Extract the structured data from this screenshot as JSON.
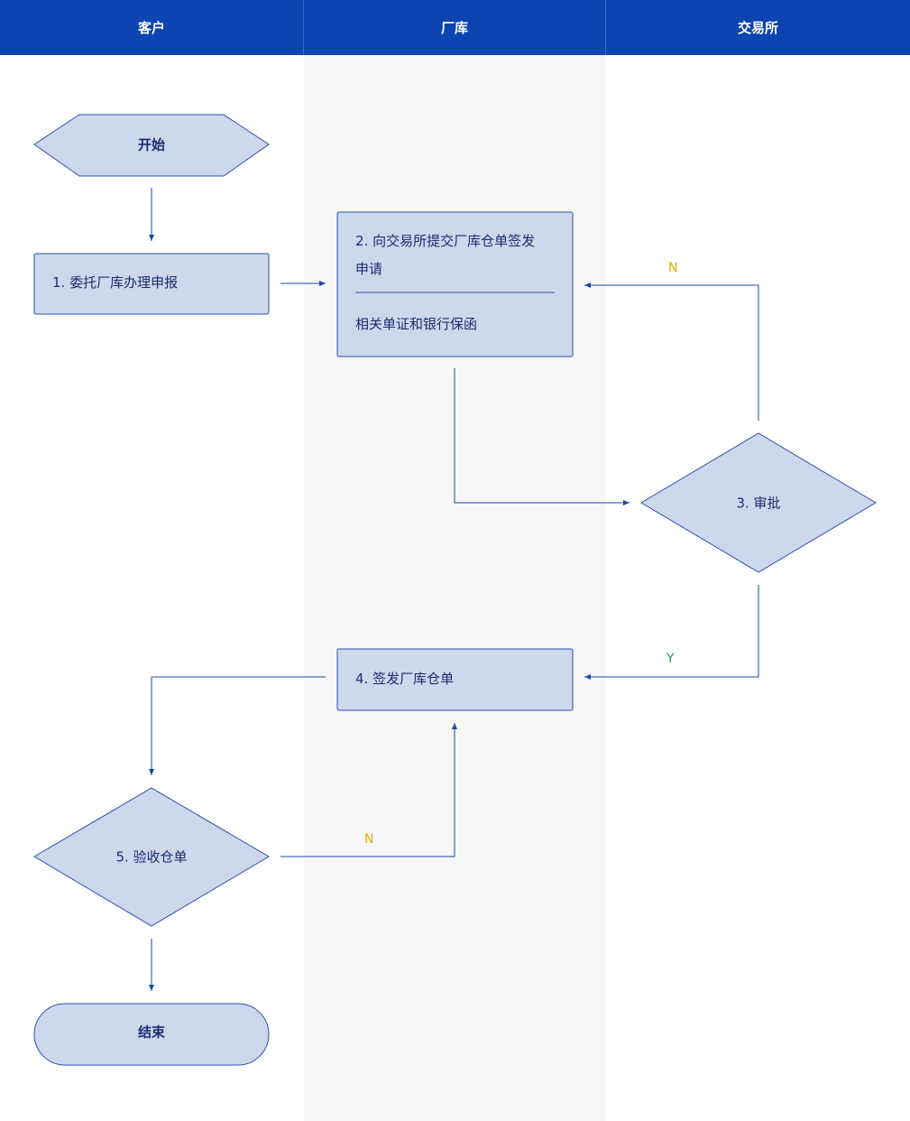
{
  "lanes": [
    "客户",
    "厂库",
    "交易所"
  ],
  "nodes": {
    "start": "开始",
    "step1": "1. 委托厂库办理申报",
    "step2_line1": "2. 向交易所提交厂库仓单签发",
    "step2_line2": "申请",
    "step2_note": "相关单证和银行保函",
    "step3": "3. 审批",
    "step4": "4. 签发厂库仓单",
    "step5": "5. 验收仓单",
    "end": "结束"
  },
  "edge_labels": {
    "review_no": "N",
    "review_yes": "Y",
    "inspect_no": "N"
  },
  "colors": {
    "header": "#0c44b1",
    "node_fill": "#cdd8ec",
    "node_stroke": "#2a4fae",
    "arrow": "#1e46a8",
    "no_label": "#f0a500",
    "yes_label": "#2e9d4d"
  }
}
